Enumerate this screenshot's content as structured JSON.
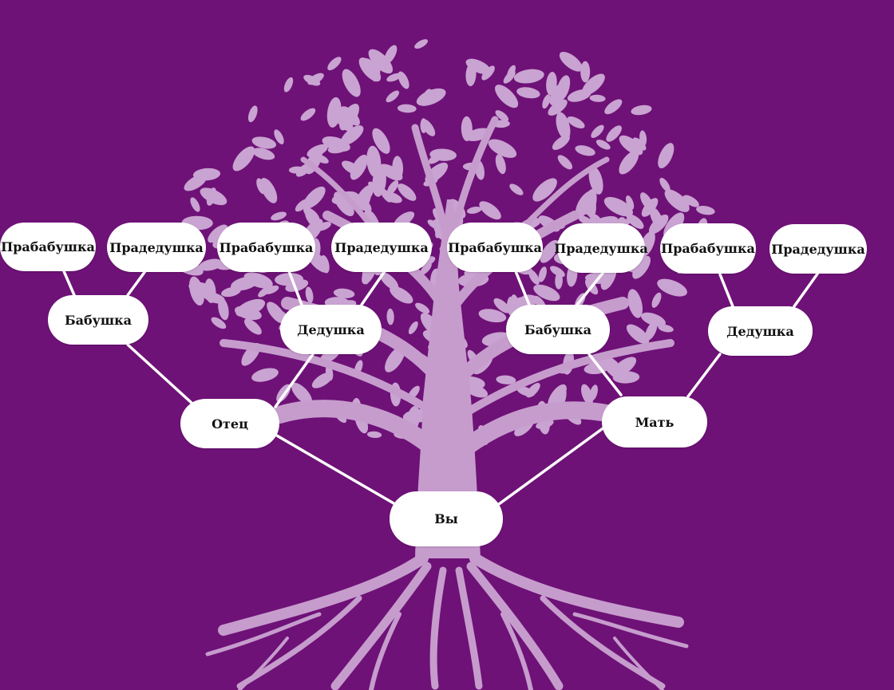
{
  "colors": {
    "background": "#6e1277",
    "tree": "#c69ccd",
    "leaf": "#c9a3d1",
    "node_fill": "#ffffff",
    "connector": "#ffffff",
    "text": "#111111"
  },
  "tree": {
    "self": "Вы",
    "father": "Отец",
    "mother": "Мать",
    "paternal_grandmother": "Бабушка",
    "paternal_grandfather": "Дедушка",
    "maternal_grandmother": "Бабушка",
    "maternal_grandfather": "Дедушка",
    "great_grandparents": [
      "Прабабушка",
      "Прадедушка",
      "Прабабушка",
      "Прадедушка",
      "Прабабушка",
      "Прадедушка",
      "Прабабушка",
      "Прадедушка"
    ]
  }
}
